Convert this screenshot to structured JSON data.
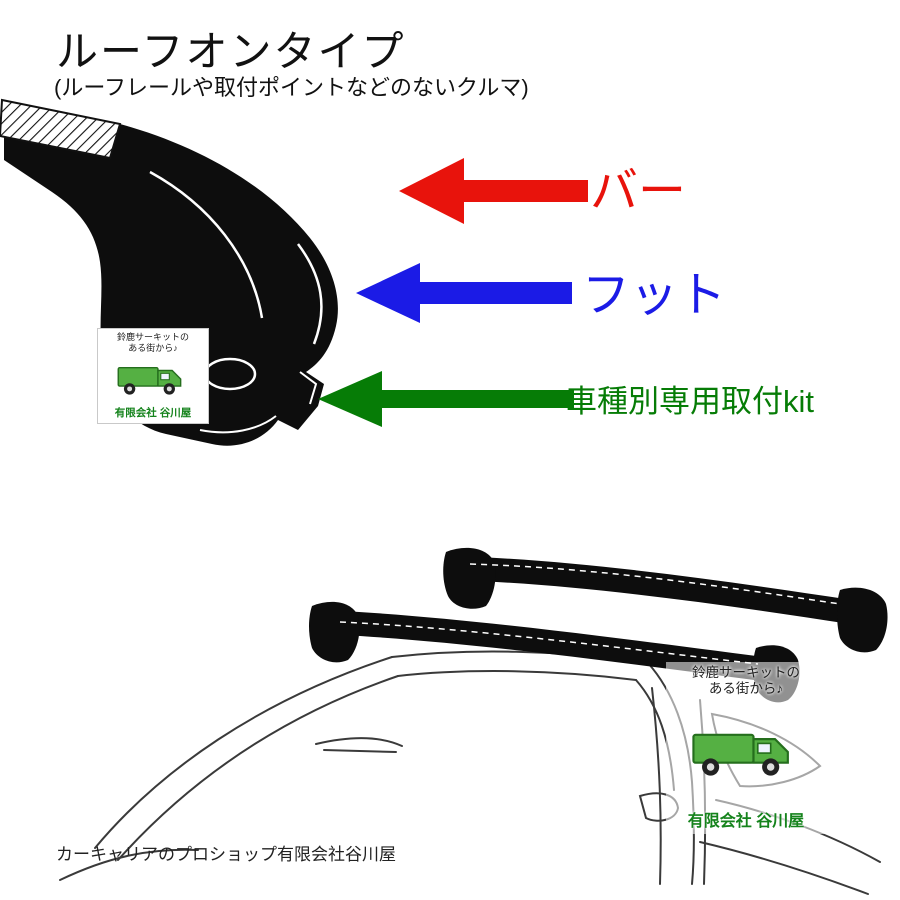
{
  "page": {
    "title": "ルーフオンタイプ",
    "subtitle": "(ルーフレールや取付ポイントなどのないクルマ)",
    "footer": "カーキャリアのプロショップ有限会社谷川屋"
  },
  "labels": {
    "bar": "バー",
    "foot": "フット",
    "kit": "車種別専用取付kit"
  },
  "colors": {
    "bar_arrow": "#e8130c",
    "bar_text": "#e8130c",
    "foot_arrow": "#1b1be6",
    "foot_text": "#1b1be6",
    "kit_arrow": "#067c06",
    "kit_text": "#067c06",
    "illustration_black": "#0d0d0d",
    "line_art": "#3a3a3a"
  },
  "watermark": {
    "line1": "鈴鹿サーキットの",
    "line2": "ある街から♪",
    "company": "有限会社 谷川屋",
    "truck_color": "#55b043"
  }
}
